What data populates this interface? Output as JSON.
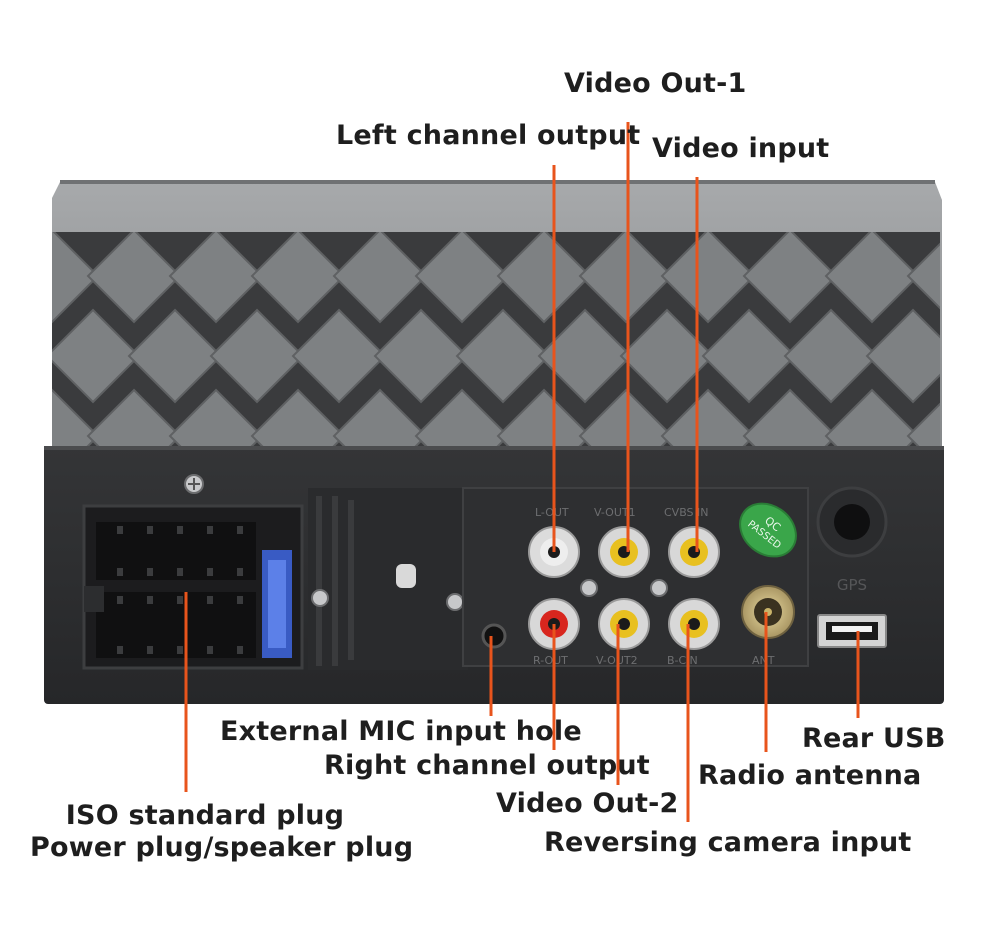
{
  "labels": {
    "video_out_1": "Video Out-1",
    "left_channel_output": "Left channel output",
    "video_input": "Video input",
    "external_mic": "External MIC input hole",
    "right_channel_output": "Right channel output",
    "video_out_2": "Video Out-2",
    "reversing_camera_input": "Reversing camera input",
    "radio_antenna": "Radio antenna",
    "rear_usb": "Rear USB",
    "iso_standard_plug": "ISO standard plug",
    "power_speaker_plug": "Power plug/speaker plug"
  },
  "panel_print": {
    "l_out": "L-OUT",
    "v_out1": "V-OUT1",
    "cvbs_in": "CVBS IN",
    "r_out": "R-OUT",
    "v_out2": "V-OUT2",
    "b_cin": "B-CIN",
    "ant": "ANT",
    "gps": "GPS",
    "qc_line1": "QC",
    "qc_line2": "PASSED"
  },
  "colors": {
    "leader_line": "#e8541c",
    "chassis_grey": "#8e9092",
    "panel_black": "#2c2d2f",
    "rca_red": "#d8261e",
    "rca_yellow": "#e8c020",
    "rca_white": "#eeeeee",
    "fuse_blue": "#3d63d6",
    "qc_green": "#3aa64a"
  }
}
